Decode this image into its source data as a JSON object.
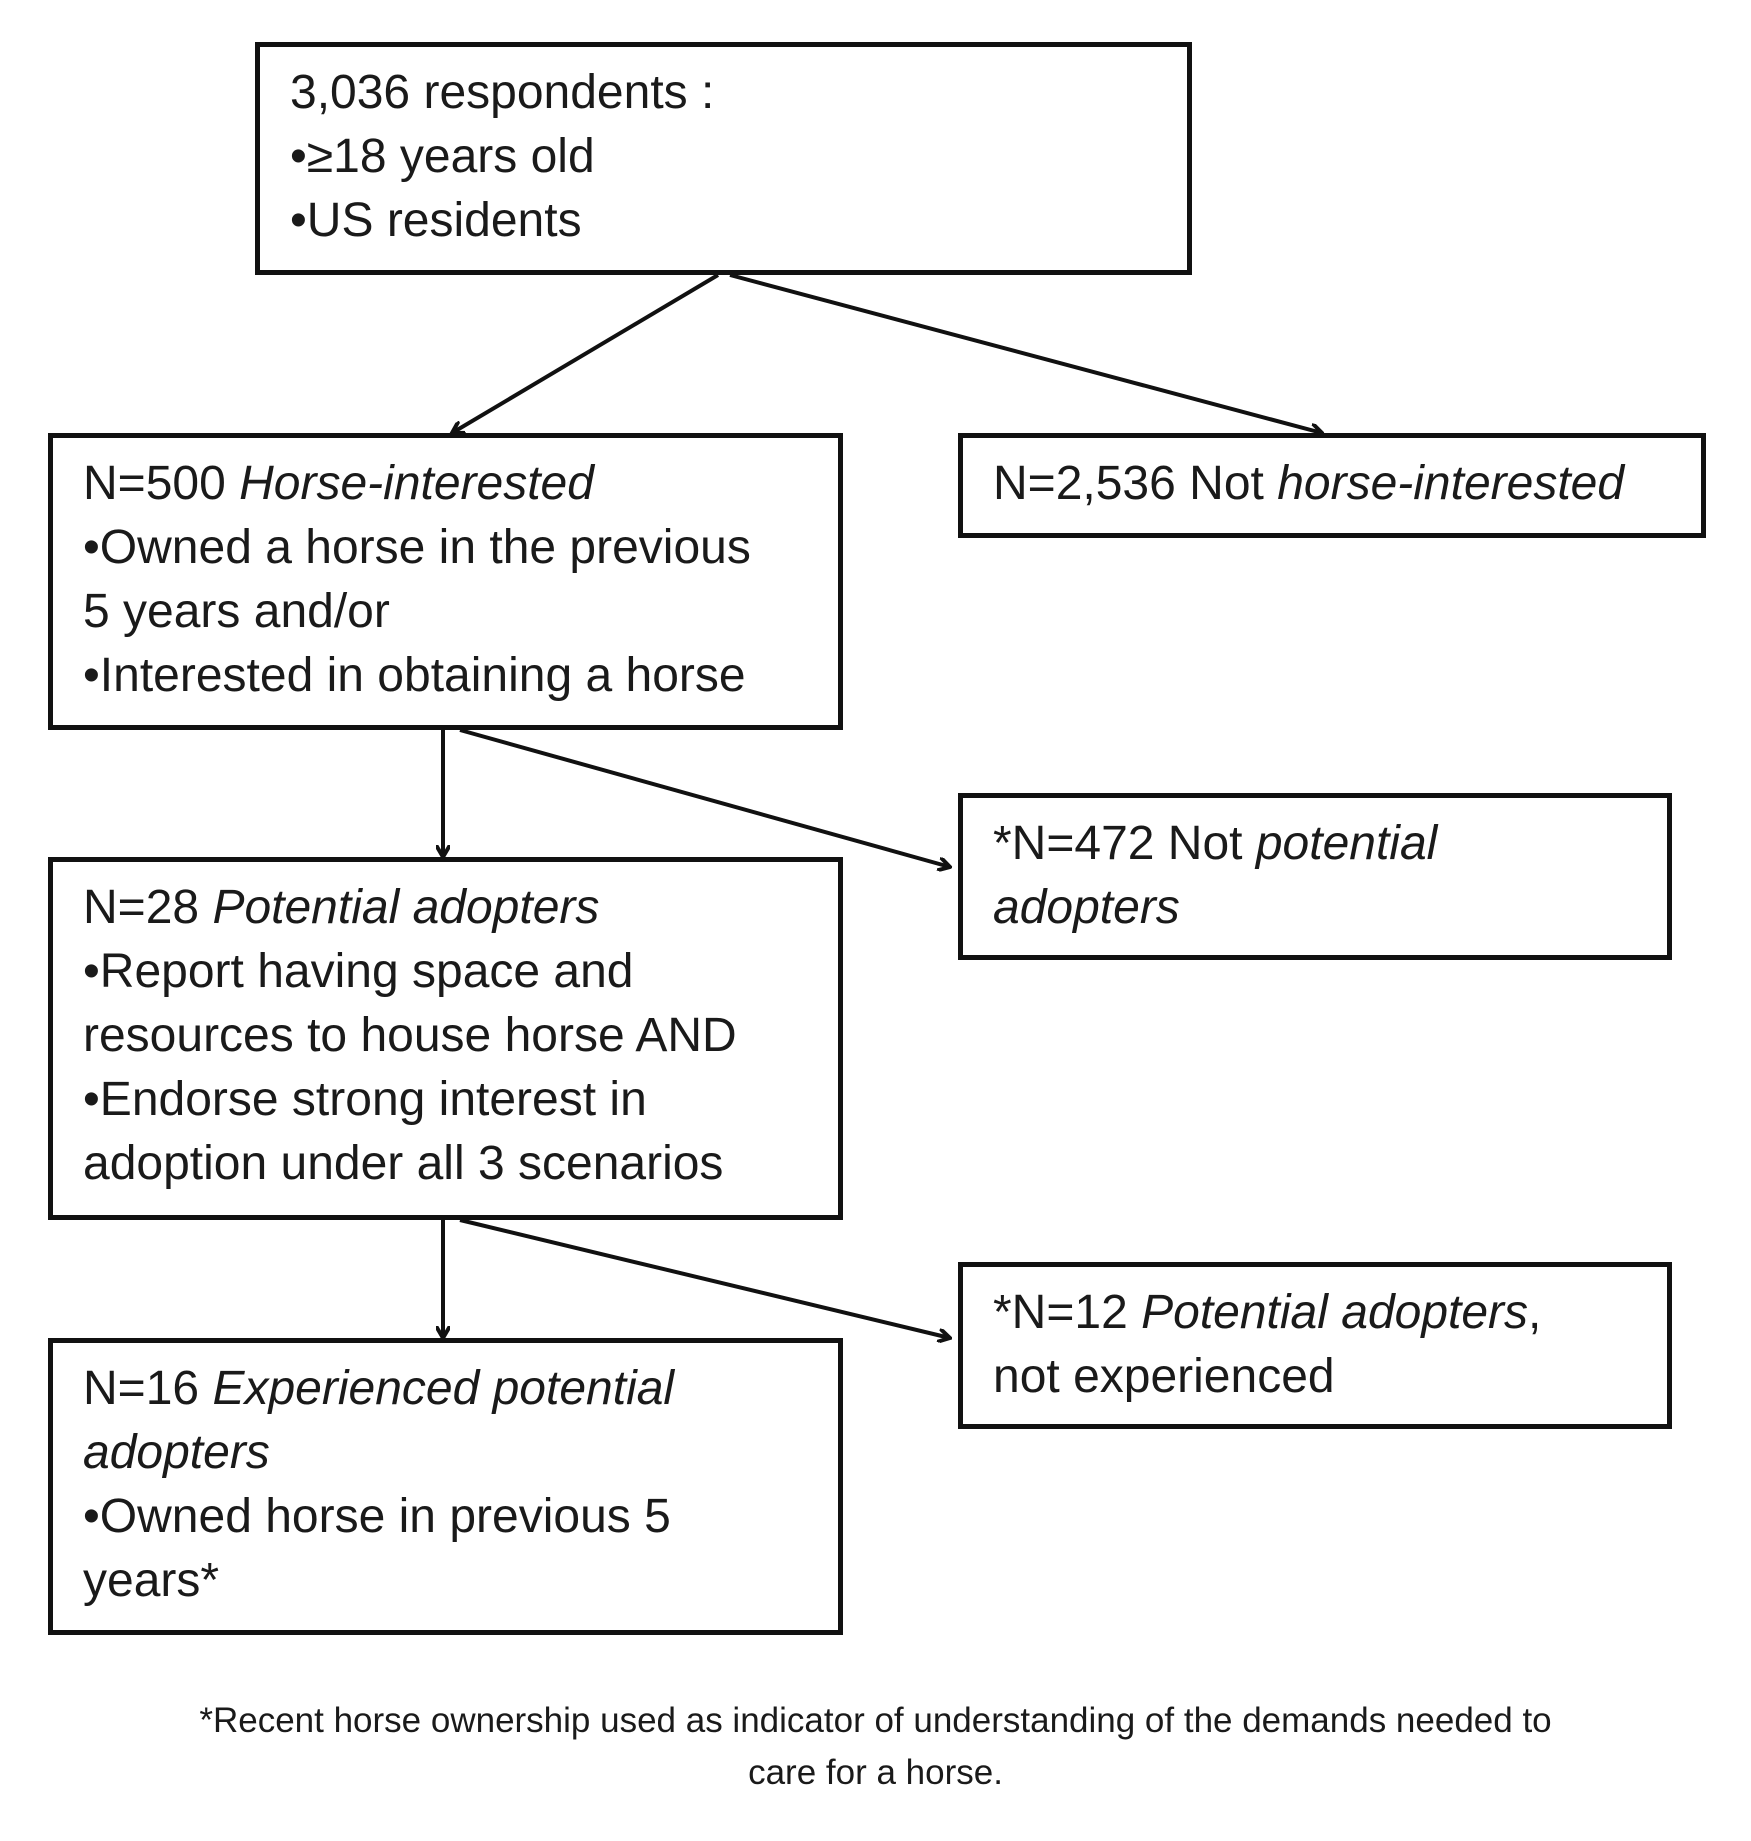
{
  "boxes": {
    "respondents": {
      "count": "3,036",
      "label": "respondents :",
      "criteria": [
        "•≥18 years old",
        "•US residents"
      ]
    },
    "horse_interested": {
      "count": "N=500",
      "label": "Horse-interested",
      "criteria": [
        "•Owned a horse in the previous",
        "5 years and/or",
        "•Interested in obtaining a horse"
      ]
    },
    "not_horse_interested": {
      "count": "N=2,536 Not",
      "label": "horse-interested"
    },
    "potential_adopters": {
      "count": "N=28",
      "label": "Potential adopters",
      "criteria": [
        "•Report having space and",
        "resources to house horse AND",
        "•Endorse strong interest in",
        "adoption under all 3 scenarios"
      ]
    },
    "not_potential_adopters": {
      "count": "*N=472 Not",
      "label": "potential",
      "label2": "adopters"
    },
    "experienced_potential_adopters": {
      "count": "N=16",
      "label": "Experienced potential",
      "label2": "adopters",
      "criteria": [
        "•Owned horse in previous 5",
        "years*"
      ]
    },
    "not_experienced": {
      "count": "*N=12",
      "label": "Potential adopters",
      "suffix": ",",
      "line2": "not experienced"
    }
  },
  "footnote": {
    "line1": "*Recent  horse ownership used as indicator of understanding of the demands needed  to",
    "line2": "care for a horse."
  }
}
